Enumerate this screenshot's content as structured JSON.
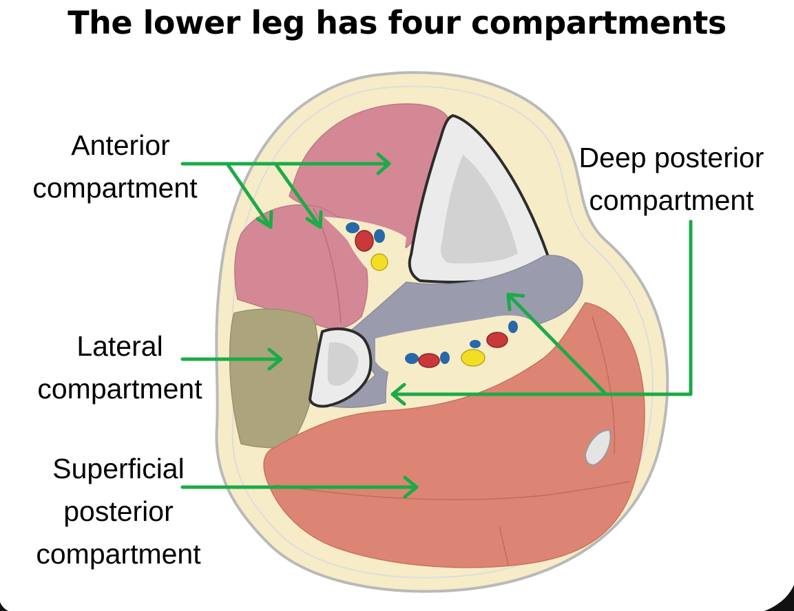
{
  "title": "The lower leg has four compartments",
  "labels": {
    "anterior": [
      "Anterior",
      "compartment"
    ],
    "deep_posterior": [
      "Deep posterior",
      "compartment"
    ],
    "lateral": [
      "Lateral",
      "compartment"
    ],
    "superficial_posterior": [
      "Superficial",
      "posterior",
      "compartment"
    ]
  },
  "colors": {
    "arrow": "#1bab47",
    "skin": "#f6ecc8",
    "anterior_muscle": "#d48896",
    "lateral_muscle": "#aba47c",
    "deep_posterior_muscle": "#9a9cae",
    "superficial_posterior_muscle": "#dd8575",
    "bone": "#dedede",
    "artery": "#c9383a",
    "vein": "#2668a8",
    "nerve": "#f2de25"
  }
}
